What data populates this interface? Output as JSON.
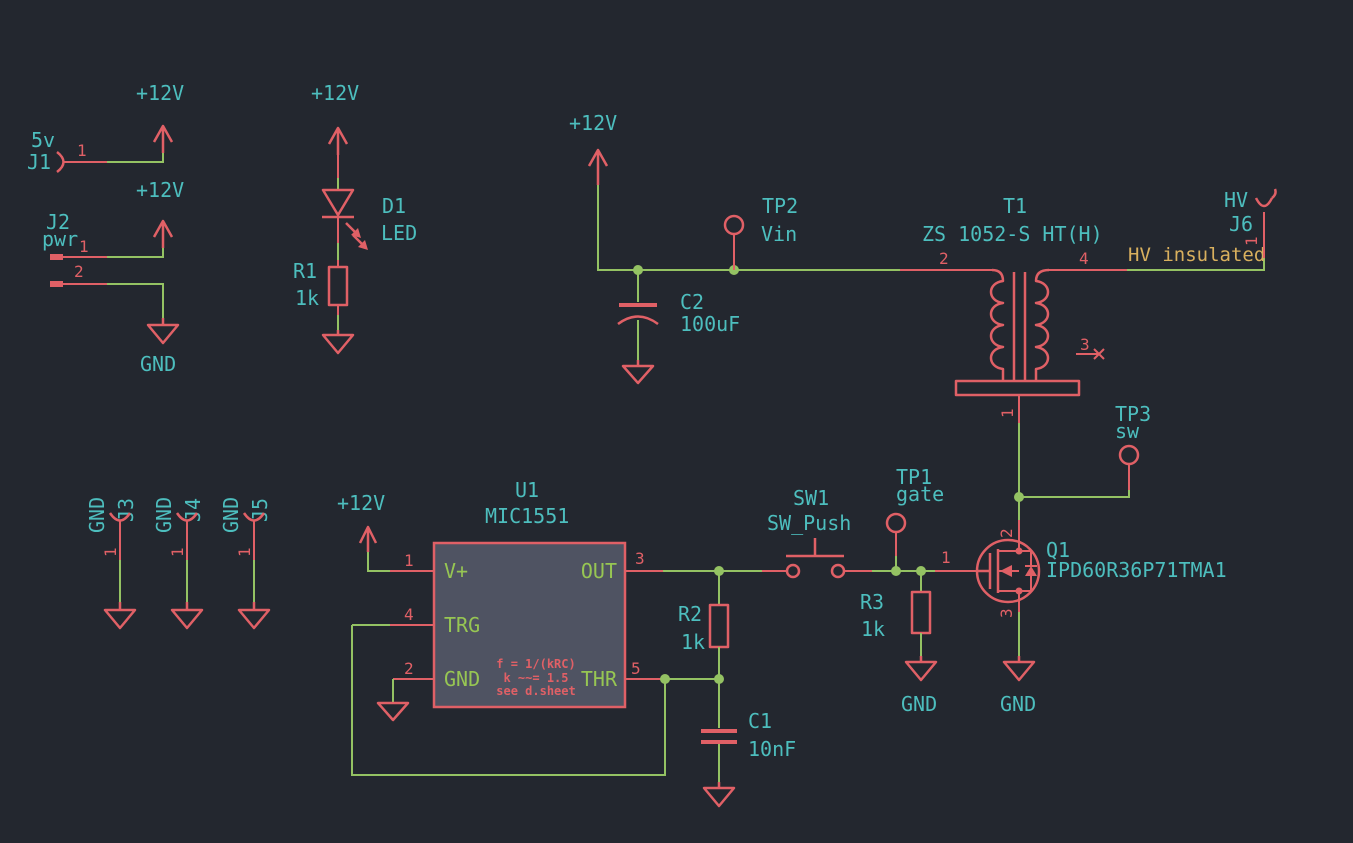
{
  "labels": {
    "p12v": "+12V",
    "gnd": "GND",
    "hv_net": "HV insulated"
  },
  "colors": {
    "background": "#23272f",
    "wire": "#94c263",
    "symbol": "#e06066",
    "text": "#4dbebe",
    "net_label": "#d9b05e",
    "pin_name": "#97c653",
    "ic_fill": "#4f5362"
  },
  "j1": {
    "ref": "J1",
    "value": "5v",
    "pin": "1"
  },
  "j2": {
    "ref": "J2",
    "value": "pwr",
    "pin1": "1",
    "pin2": "2"
  },
  "j3": {
    "ref": "J3",
    "value": "GND",
    "pin": "1"
  },
  "j4": {
    "ref": "J4",
    "value": "GND",
    "pin": "1"
  },
  "j5": {
    "ref": "J5",
    "value": "GND",
    "pin": "1"
  },
  "j6": {
    "ref": "J6",
    "value": "HV",
    "pin": "1"
  },
  "d1": {
    "ref": "D1",
    "value": "LED"
  },
  "r1": {
    "ref": "R1",
    "value": "1k"
  },
  "r2": {
    "ref": "R2",
    "value": "1k"
  },
  "r3": {
    "ref": "R3",
    "value": "1k"
  },
  "c1": {
    "ref": "C1",
    "value": "10nF"
  },
  "c2": {
    "ref": "C2",
    "value": "100uF"
  },
  "tp1": {
    "ref": "TP1",
    "value": "gate"
  },
  "tp2": {
    "ref": "TP2",
    "value": "Vin"
  },
  "tp3": {
    "ref": "TP3",
    "value": "sw"
  },
  "t1": {
    "ref": "T1",
    "value": "ZS 1052-S HT(H)",
    "pin1": "1",
    "pin2": "2",
    "pin3": "3",
    "pin4": "4"
  },
  "sw1": {
    "ref": "SW1",
    "value": "SW_Push"
  },
  "q1": {
    "ref": "Q1",
    "value": "IPD60R36P71TMA1",
    "pin_gate": "1",
    "pin_drain": "2",
    "pin_source": "3"
  },
  "u1": {
    "ref": "U1",
    "value": "MIC1551",
    "pins": {
      "vplus": {
        "num": "1",
        "name": "V+"
      },
      "trg": {
        "num": "4",
        "name": "TRG"
      },
      "gnd": {
        "num": "2",
        "name": "GND"
      },
      "out": {
        "num": "3",
        "name": "OUT"
      },
      "thr": {
        "num": "5",
        "name": "THR"
      }
    },
    "notes": [
      "f = 1/(kRC)",
      "k ~~= 1.5",
      "see d.sheet"
    ]
  }
}
